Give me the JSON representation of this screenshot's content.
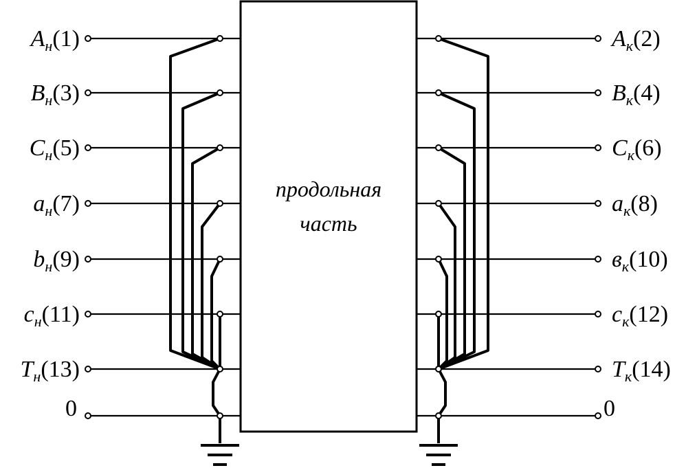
{
  "block": {
    "lines": [
      "продольная",
      "часть"
    ]
  },
  "left_terminals": [
    {
      "letter": "A",
      "sub": "н",
      "num": "(1)"
    },
    {
      "letter": "B",
      "sub": "н",
      "num": "(3)"
    },
    {
      "letter": "C",
      "sub": "н",
      "num": "(5)"
    },
    {
      "letter": "a",
      "sub": "н",
      "num": "(7)"
    },
    {
      "letter": "b",
      "sub": "н",
      "num": "(9)"
    },
    {
      "letter": "c",
      "sub": "н",
      "num": "(11)"
    },
    {
      "letter": "T",
      "sub": "н",
      "num": "(13)"
    },
    {
      "letter": "",
      "sub": "",
      "num": "0"
    }
  ],
  "right_terminals": [
    {
      "letter": "A",
      "sub": "к",
      "num": "(2)"
    },
    {
      "letter": "B",
      "sub": "к",
      "num": "(4)"
    },
    {
      "letter": "C",
      "sub": "к",
      "num": "(6)"
    },
    {
      "letter": "a",
      "sub": "к",
      "num": "(8)"
    },
    {
      "letter": "в",
      "sub": "к",
      "num": "(10)"
    },
    {
      "letter": "c",
      "sub": "к",
      "num": "(12)"
    },
    {
      "letter": "T",
      "sub": "к",
      "num": "(14)"
    },
    {
      "letter": "",
      "sub": "",
      "num": "0"
    }
  ]
}
